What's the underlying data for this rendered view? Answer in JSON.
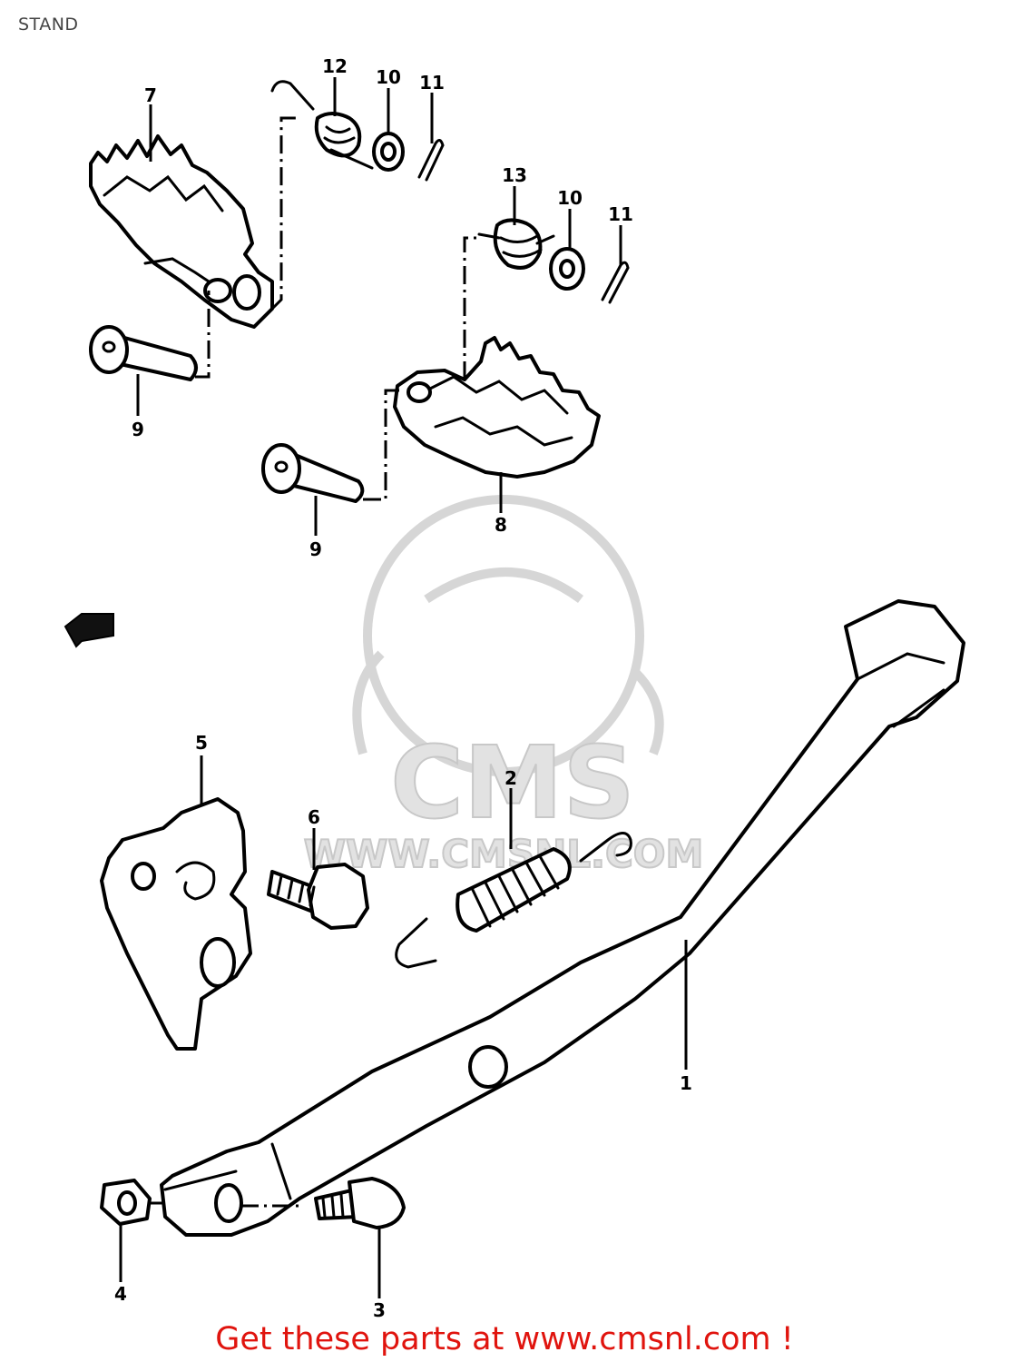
{
  "page": {
    "title": "STAND"
  },
  "watermark": {
    "brand": "CMS",
    "url": "WWW.CMSNL.COM"
  },
  "footer": {
    "cta": "Get these parts at www.cmsnl.com !"
  },
  "callouts": {
    "c1": "1",
    "c2": "2",
    "c3": "3",
    "c4": "4",
    "c5": "5",
    "c6": "6",
    "c7": "7",
    "c8": "8",
    "c9a": "9",
    "c9b": "9",
    "c10a": "10",
    "c10b": "10",
    "c11a": "11",
    "c11b": "11",
    "c12": "12",
    "c13": "13"
  },
  "parts": [
    {
      "callout": "1",
      "part": "side-stand"
    },
    {
      "callout": "2",
      "part": "spring"
    },
    {
      "callout": "3",
      "part": "bolt"
    },
    {
      "callout": "4",
      "part": "nut"
    },
    {
      "callout": "5",
      "part": "bracket"
    },
    {
      "callout": "6",
      "part": "bolt"
    },
    {
      "callout": "7",
      "part": "footrest-right"
    },
    {
      "callout": "8",
      "part": "footrest-left"
    },
    {
      "callout": "9",
      "part": "pin"
    },
    {
      "callout": "10",
      "part": "washer"
    },
    {
      "callout": "11",
      "part": "cotter-pin"
    },
    {
      "callout": "12",
      "part": "spring"
    },
    {
      "callout": "13",
      "part": "spring"
    }
  ]
}
